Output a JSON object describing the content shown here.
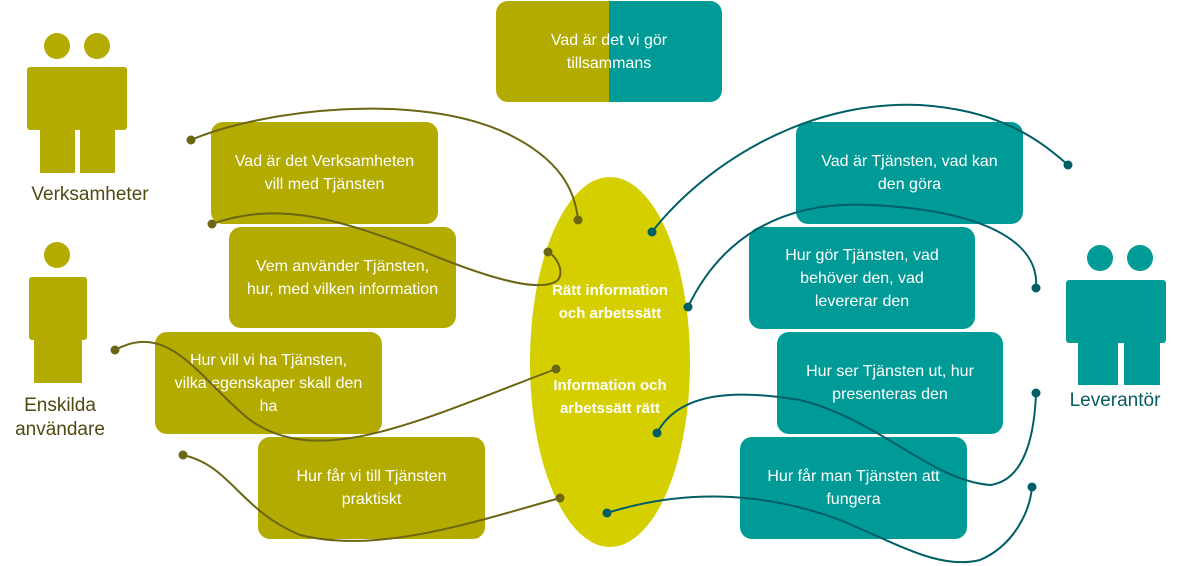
{
  "top_box": {
    "label": "Vad är det vi gör tillsammans"
  },
  "left_boxes": [
    {
      "label": "Vad är det Verksamheten vill med Tjänsten"
    },
    {
      "label": "Vem använder Tjänsten, hur, med vilken information"
    },
    {
      "label": "Hur vill vi ha Tjänsten, vilka egenskaper skall den ha"
    },
    {
      "label": "Hur får vi till Tjänsten praktiskt"
    }
  ],
  "right_boxes": [
    {
      "label": "Vad är Tjänsten, vad kan den göra"
    },
    {
      "label": "Hur gör Tjänsten, vad behöver den, vad levererar den"
    },
    {
      "label": "Hur ser Tjänsten ut, hur presenteras den"
    },
    {
      "label": "Hur får man Tjänsten att fungera"
    }
  ],
  "actors": {
    "verksamheter": "Verksamheter",
    "enskilda": "Enskilda användare",
    "leverantor": "Leverantör"
  },
  "center": {
    "upper": "Rätt information och arbetssätt",
    "lower": "Information och arbetssätt rätt"
  },
  "colors": {
    "olive": "#b3ab00",
    "teal": "#009b97",
    "ellipse": "#d5cf00",
    "olive_line": "#6b6514",
    "teal_line": "#005f66"
  }
}
